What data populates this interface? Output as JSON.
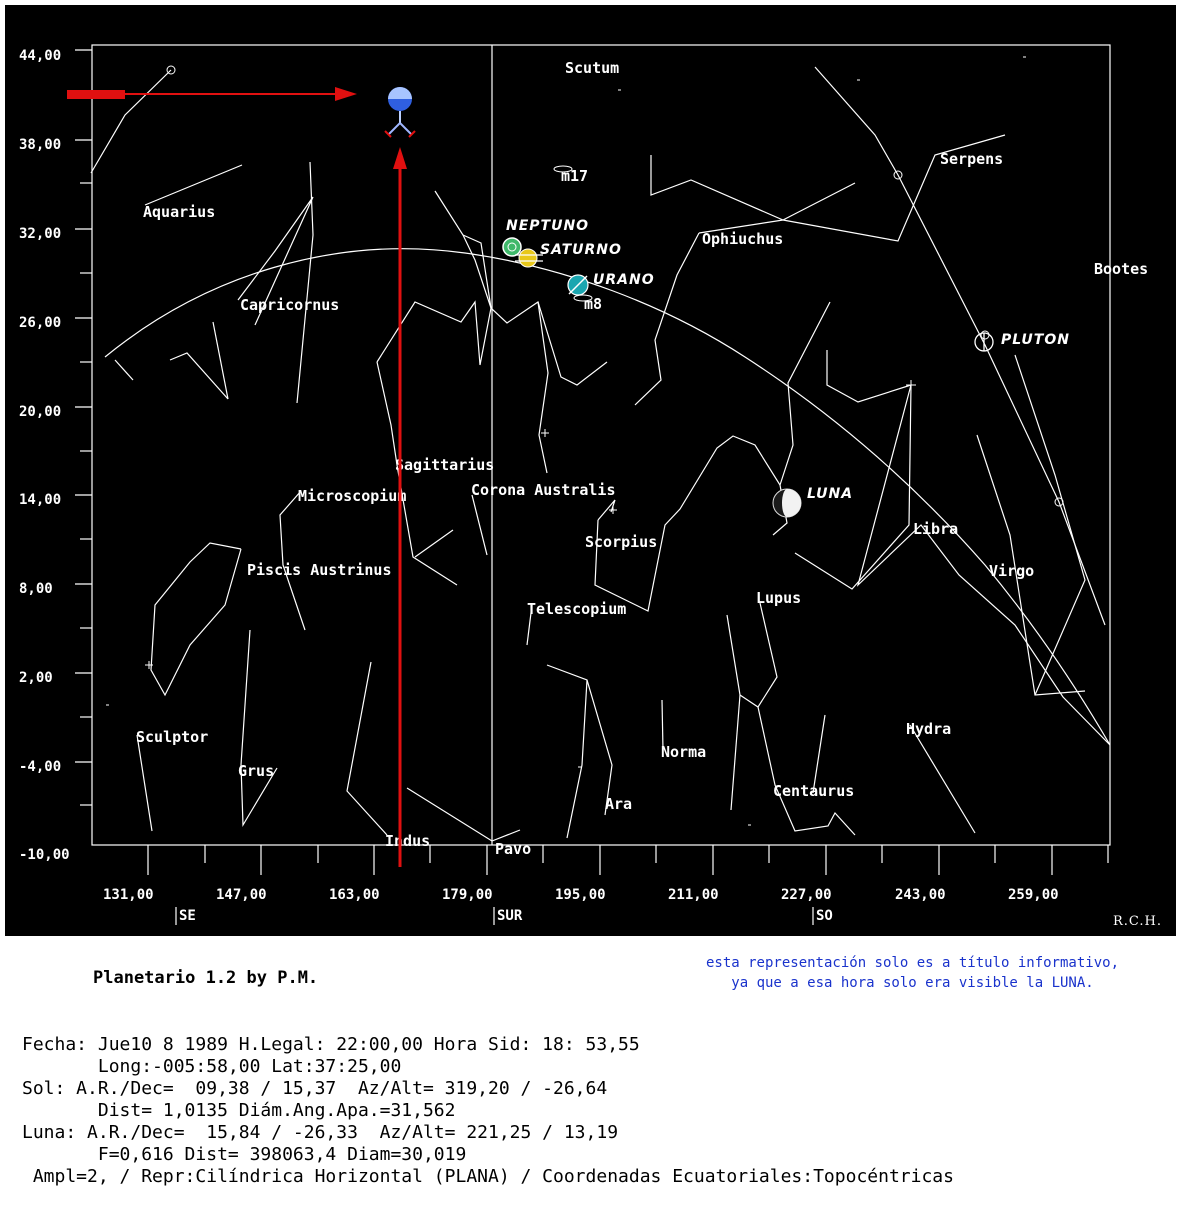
{
  "chart_data": {
    "type": "star-map",
    "projection": "Cilíndrica Horizontal (PLANA)",
    "y_axis": {
      "ticks": [
        "44,00",
        "38,00",
        "32,00",
        "26,00",
        "20,00",
        "14,00",
        "8,00",
        "2,00",
        "-4,00",
        "-10,00"
      ]
    },
    "x_axis": {
      "ticks": [
        "131,00",
        "147,00",
        "163,00",
        "179,00",
        "195,00",
        "211,00",
        "227,00",
        "243,00",
        "259,00"
      ]
    },
    "directions": [
      "SE",
      "SUR",
      "SO"
    ],
    "constellations": [
      "Scutum",
      "Aquarius",
      "Serpens",
      "Ophiuchus",
      "Bootes",
      "Capricornus",
      "Sagittarius",
      "Corona Australis",
      "Microscopium",
      "Scorpius",
      "Libra",
      "Piscis Austrinus",
      "Virgo",
      "Telescopium",
      "Lupus",
      "Hydra",
      "Sculptor",
      "Norma",
      "Grus",
      "Centaurus",
      "Ara",
      "Indus",
      "Pavo"
    ],
    "objects": [
      "m17",
      "m8"
    ],
    "bodies": [
      {
        "name": "NEPTUNO",
        "color": "#3fb86a"
      },
      {
        "name": "SATURNO",
        "color": "#e8c81a"
      },
      {
        "name": "URANO",
        "color": "#1aa6b0"
      },
      {
        "name": "PLUTON",
        "color": "#ffffff"
      },
      {
        "name": "LUNA",
        "color": "#ffffff",
        "phase": 0.616
      }
    ],
    "credit": "R.C.H."
  },
  "footer": {
    "title": "Planetario 1.2 by P.M.",
    "note_line1": "esta representación solo es a título informativo,",
    "note_line2": "ya que a esa hora solo era visible la LUNA.",
    "lines": [
      "Fecha: Jue10 8 1989 H.Legal: 22:00,00 Hora Sid: 18: 53,55",
      "       Long:-005:58,00 Lat:37:25,00",
      "Sol: A.R./Dec=  09,38 / 15,37  Az/Alt= 319,20 / -26,64",
      "       Dist= 1,0135 Diám.Ang.Apa.=31,562",
      "Luna: A.R./Dec=  15,84 / -26,33  Az/Alt= 221,25 / 13,19",
      "       F=0,616 Dist= 398063,4 Diam=30,019",
      " Ampl=2, / Repr:Cilíndrica Horizontal (PLANA) / Coordenadas Ecuatoriales:Topocéntricas"
    ],
    "colors": {
      "note": "#1a33cc",
      "pointer": "#e01010"
    }
  }
}
